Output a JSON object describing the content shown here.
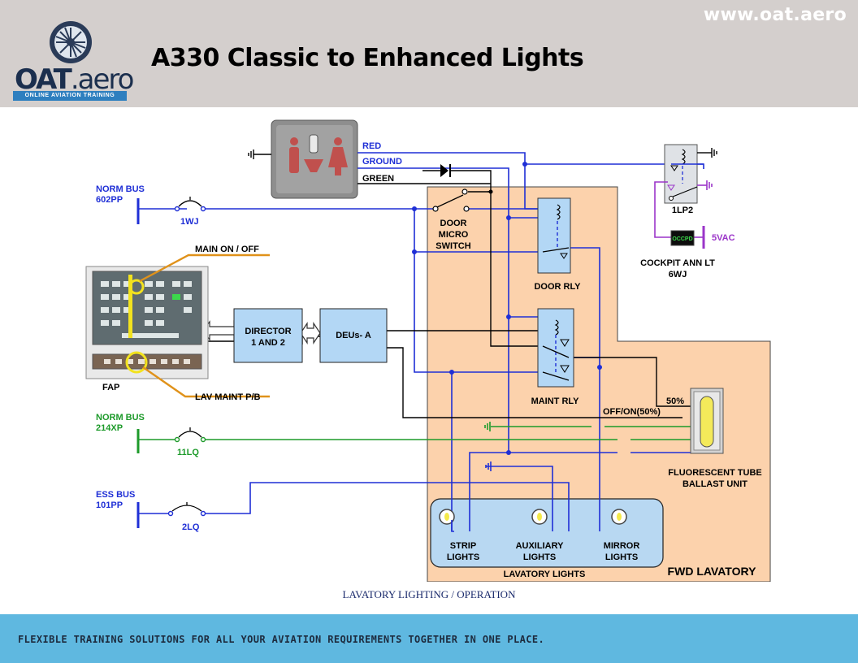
{
  "header": {
    "site_url": "www.oat.aero",
    "title": "A330 Classic to Enhanced Lights",
    "logo_main": "OAT",
    "logo_suffix": ".aero",
    "logo_tagline": "ONLINE AVIATION TRAINING"
  },
  "diagram": {
    "norm_bus_602_label": "NORM BUS",
    "norm_bus_602_id": "602PP",
    "switch_1wj": "1WJ",
    "norm_bus_214_label": "NORM BUS",
    "norm_bus_214_id": "214XP",
    "switch_11lq": "11LQ",
    "ess_bus_label": "ESS BUS",
    "ess_bus_id": "101PP",
    "switch_2lq": "2LQ",
    "wire_red": "RED",
    "wire_ground": "GROUND",
    "wire_green": "GREEN",
    "door_micro_switch": [
      "DOOR",
      "MICRO",
      "SWITCH"
    ],
    "door_rly": "DOOR RLY",
    "maint_rly": "MAINT RLY",
    "main_on_off": "MAIN ON / OFF",
    "lav_maint_pb": "LAV MAINT P/B",
    "fap": "FAP",
    "director": [
      "DIRECTOR",
      "1 AND 2"
    ],
    "deus": "DEUs- A",
    "relay_1lp2": "1LP2",
    "occpd": "OCCPD",
    "vac_5": "5VAC",
    "cockpit_ann_lt": [
      "COCKPIT ANN LT",
      "6WJ"
    ],
    "pct_50": "50%",
    "off_on_50": "OFF/ON(50%)",
    "fluorescent": [
      "FLUORESCENT TUBE",
      "BALLAST UNIT"
    ],
    "strip_lights": [
      "STRIP",
      "LIGHTS"
    ],
    "aux_lights": [
      "AUXILIARY",
      "LIGHTS"
    ],
    "mirror_lights": [
      "MIRROR",
      "LIGHTS"
    ],
    "lavatory_lights": "LAVATORY LIGHTS",
    "fwd_lavatory": "FWD LAVATORY"
  },
  "caption": "LAVATORY LIGHTING / OPERATION",
  "footer": "FLEXIBLE TRAINING SOLUTIONS FOR ALL YOUR AVIATION REQUIREMENTS TOGETHER IN ONE PLACE.",
  "colors": {
    "blue_wire": "#1f2fd6",
    "green_wire": "#1d9a2a",
    "purple_wire": "#9b35c9",
    "lavatory_fill": "#fcd2ac",
    "lights_panel": "#b8d8f2",
    "box_fill": "#b3d7f5",
    "footer": "#5fb8e0"
  }
}
